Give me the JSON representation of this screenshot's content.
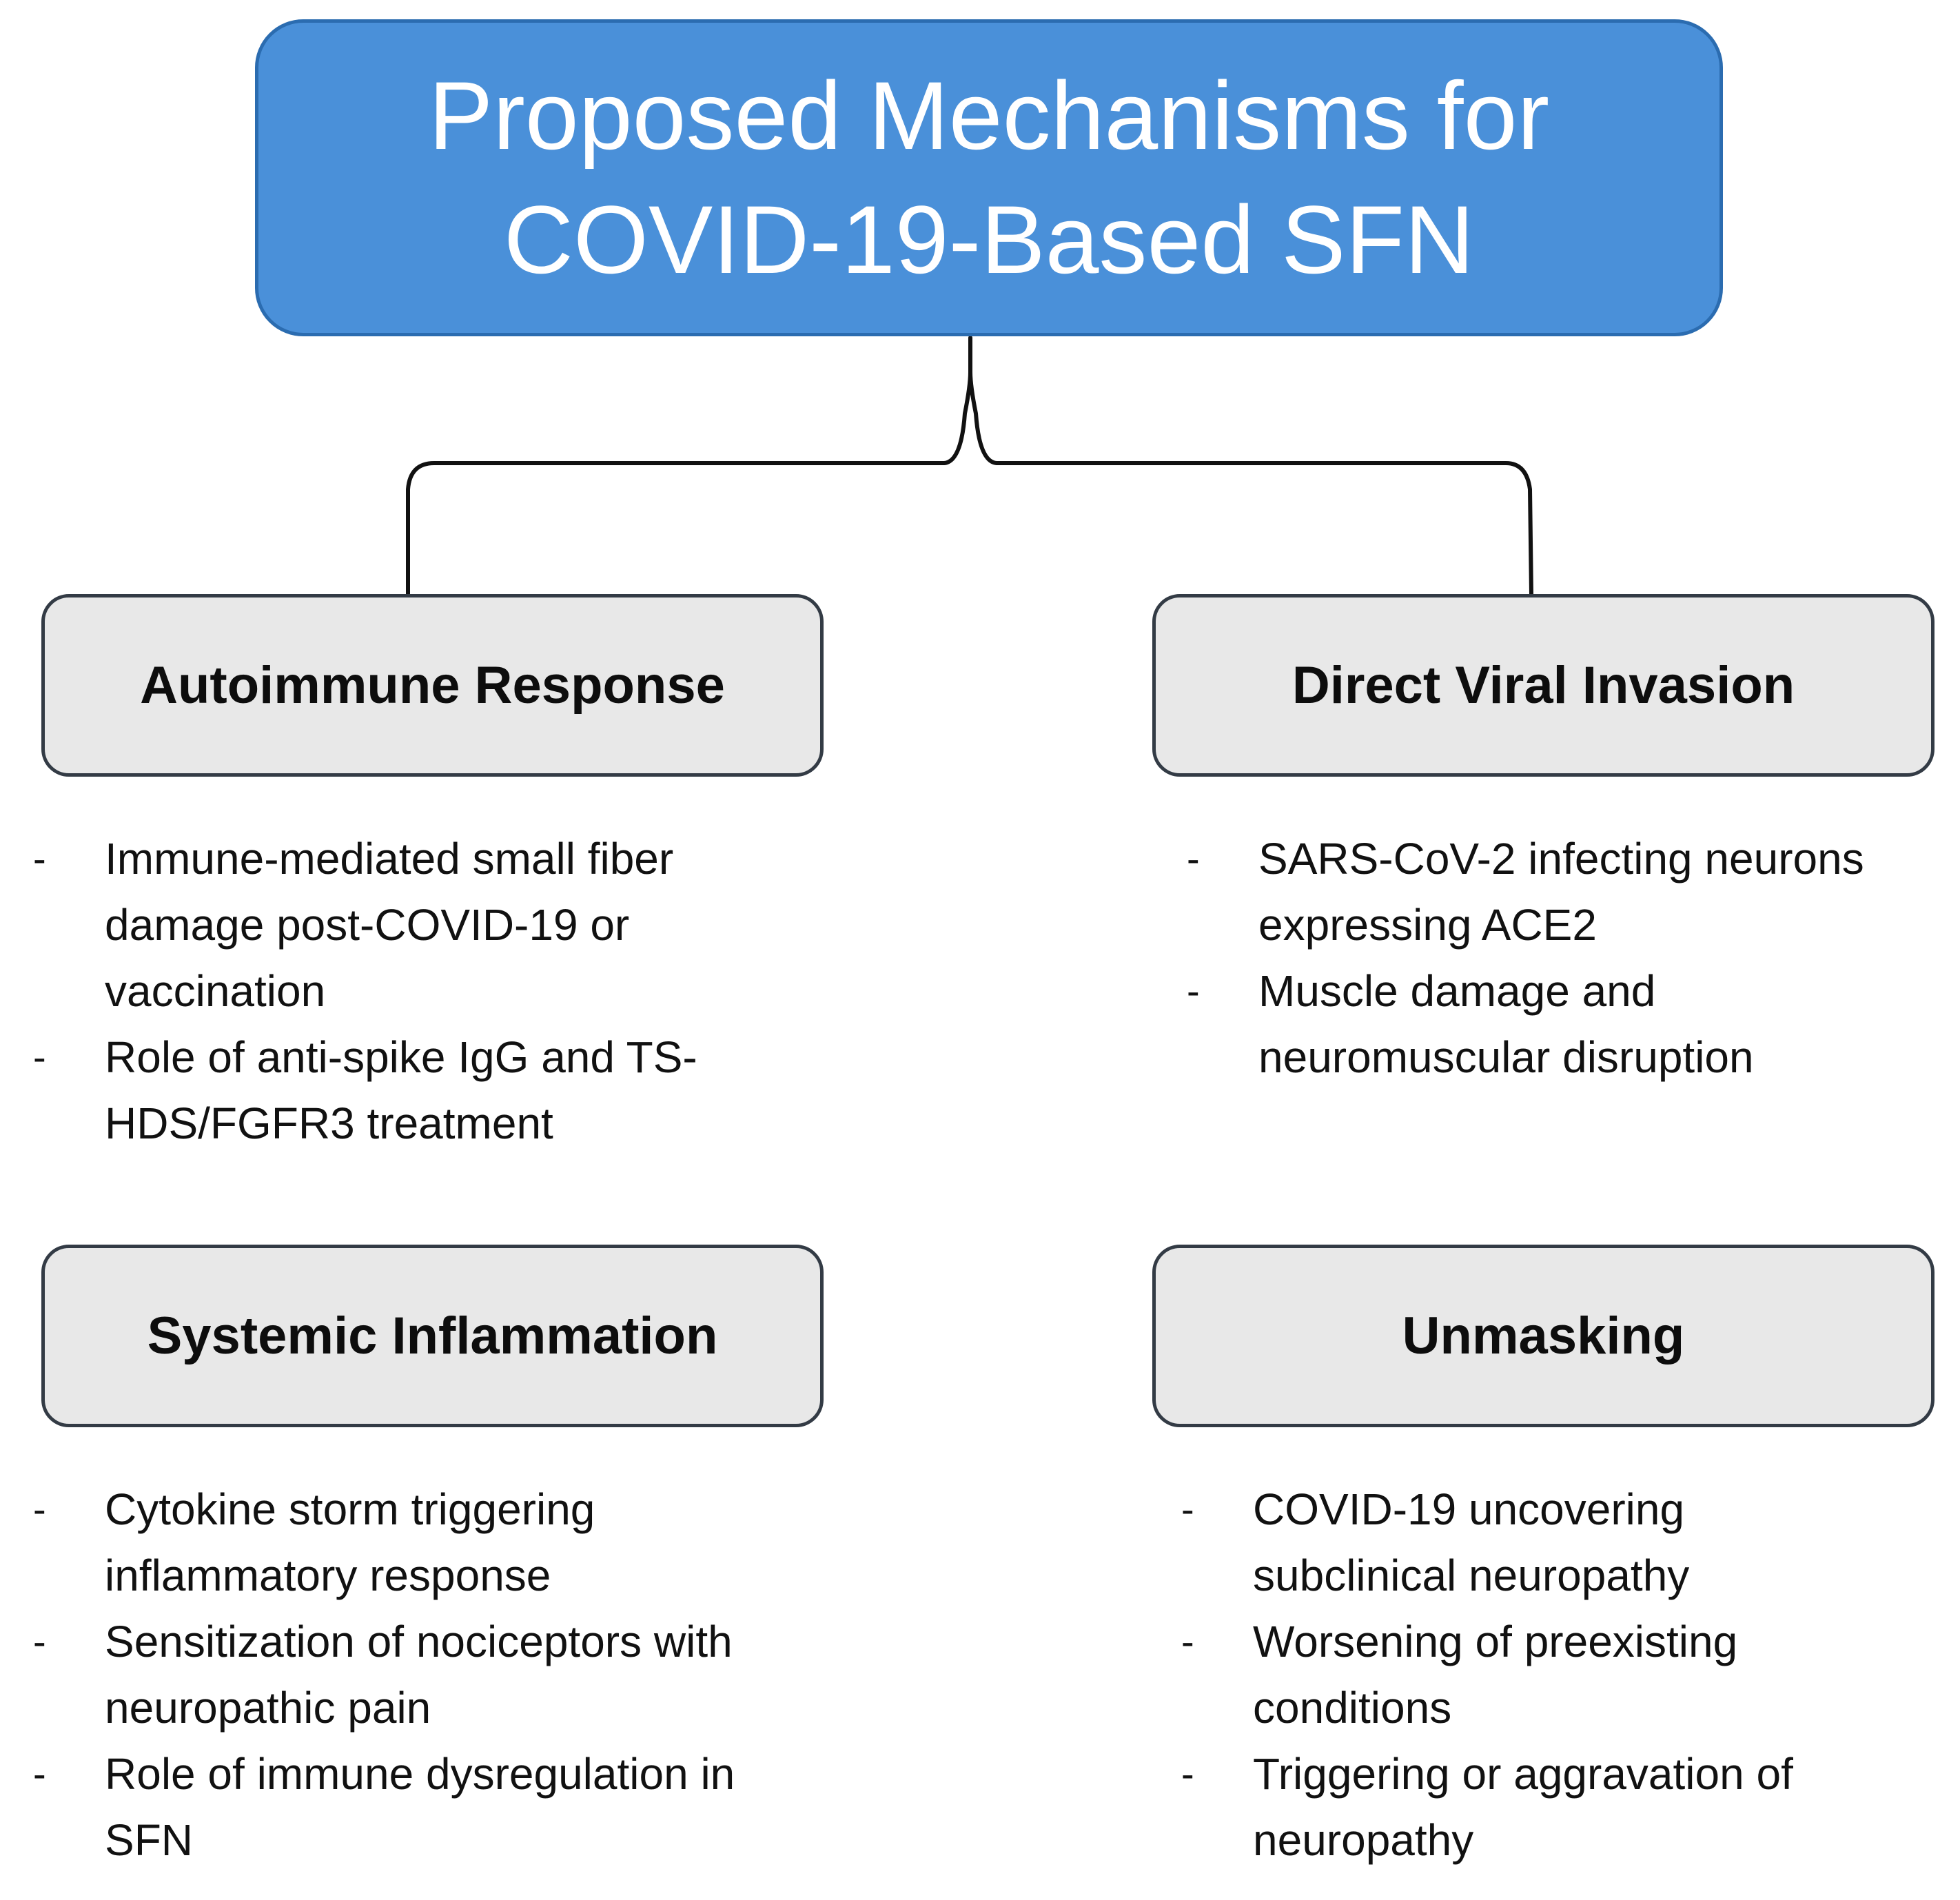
{
  "colors": {
    "title_fill": "#4a90d9",
    "title_border": "#2b6cb0",
    "box_fill": "#e8e8e8",
    "box_border": "#333b45",
    "connector": "#111111",
    "title_text": "#ffffff"
  },
  "title": {
    "line1": "Proposed Mechanisms for",
    "line2": "COVID-19-Based SFN"
  },
  "bullet_marker": "-",
  "sections": {
    "autoimmune": {
      "label": "Autoimmune Response",
      "items": [
        "Immune-mediated small fiber damage post-COVID-19 or vaccination",
        "Role of anti-spike IgG and TS-HDS/FGFR3 treatment"
      ]
    },
    "viral": {
      "label": "Direct Viral Invasion",
      "items": [
        "SARS-CoV-2 infecting neurons expressing ACE2",
        "Muscle damage and neuromuscular disruption"
      ]
    },
    "inflammation": {
      "label": "Systemic Inflammation",
      "items": [
        "Cytokine storm triggering inflammatory response",
        "Sensitization of nociceptors with neuropathic pain",
        "Role of immune dysregulation in SFN"
      ]
    },
    "unmasking": {
      "label": "Unmasking",
      "items": [
        "COVID-19 uncovering subclinical neuropathy",
        "Worsening of preexisting conditions",
        "Triggering or aggravation of neuropathy"
      ]
    }
  }
}
